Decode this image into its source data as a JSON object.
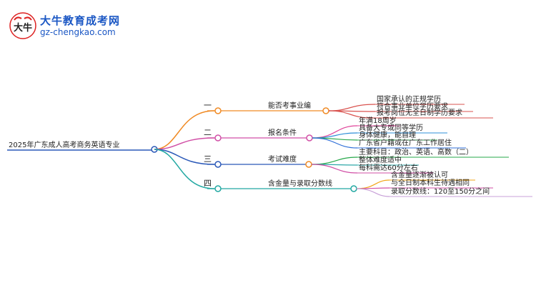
{
  "logo": {
    "name": "大牛教育成考网",
    "url": "gz-chengkao.com",
    "mark_text": "大牛"
  },
  "root": {
    "label": "2025年广东成人高考商务英语专业"
  },
  "branches": [
    {
      "index": "一",
      "label": "能否考事业编",
      "color": "#f08a24",
      "children": [
        "国家承认的正规学历",
        "符合事业单位学历要求",
        "报考岗位无全日制学历要求"
      ]
    },
    {
      "index": "二",
      "label": "报名条件",
      "color": "#d14fa6",
      "children": [
        "年满18周岁",
        "具备大专或同等学历",
        "身体健康，能自理",
        "广东省户籍或在广东工作居住"
      ]
    },
    {
      "index": "三",
      "label": "考试难度",
      "color": "#2a58b8",
      "children": [
        "主要科目：政治、英语、高数（二）",
        "整体难度适中",
        "每科需达60分左右"
      ]
    },
    {
      "index": "四",
      "label": "含金量与录取分数线",
      "color": "#22a8a2",
      "children": [
        "含金量逐渐被认可",
        "与全日制本科生待遇相同",
        "录取分数线：120至150分之间"
      ]
    }
  ],
  "leaf_colors": {
    "0": [
      "#d9534f",
      "#d9534f",
      "#d9534f"
    ],
    "1": [
      "#e0449a",
      "#2f8fd8",
      "#2aa84a",
      "#2f6fd8"
    ],
    "2": [
      "#27a84a",
      "#2ea8a8",
      "#d14fa6"
    ],
    "3": [
      "#f2a51a",
      "#d14fa6",
      "#c8a0d8"
    ]
  }
}
